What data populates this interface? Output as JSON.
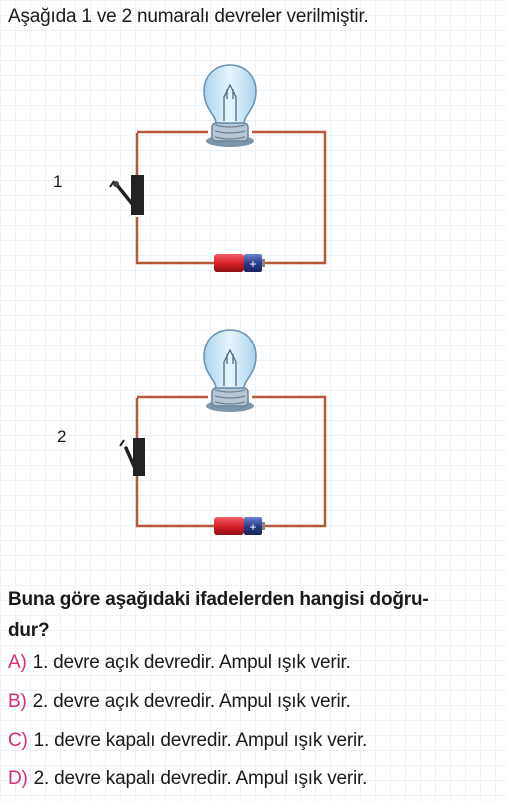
{
  "intro": "Aşağıda 1 ve 2 numaralı devreler verilmiştir.",
  "circuits": [
    {
      "label": "1",
      "switch_state": "open"
    },
    {
      "label": "2",
      "switch_state": "closed"
    }
  ],
  "question": "Buna göre aşağıdaki ifadelerden hangisi doğru-dur?",
  "question_line1": "Buna göre aşağıdaki ifadelerden hangisi doğru-",
  "question_line2": "dur?",
  "options": [
    {
      "letter": "A)",
      "text": "1. devre açık devredir. Ampul ışık verir."
    },
    {
      "letter": "B)",
      "text": "2. devre açık devredir. Ampul ışık verir."
    },
    {
      "letter": "C)",
      "text": "1. devre kapalı devredir. Ampul ışık verir."
    },
    {
      "letter": "D)",
      "text": "2. devre kapalı devredir. Ampul ışık verir."
    }
  ],
  "colors": {
    "wire": "#b5593a",
    "option_letter": "#d62a7f",
    "battery_red": "#d8202a",
    "battery_blue": "#2a3f8c",
    "bulb_glass": "#cfe6f5"
  },
  "battery_symbol": "+"
}
